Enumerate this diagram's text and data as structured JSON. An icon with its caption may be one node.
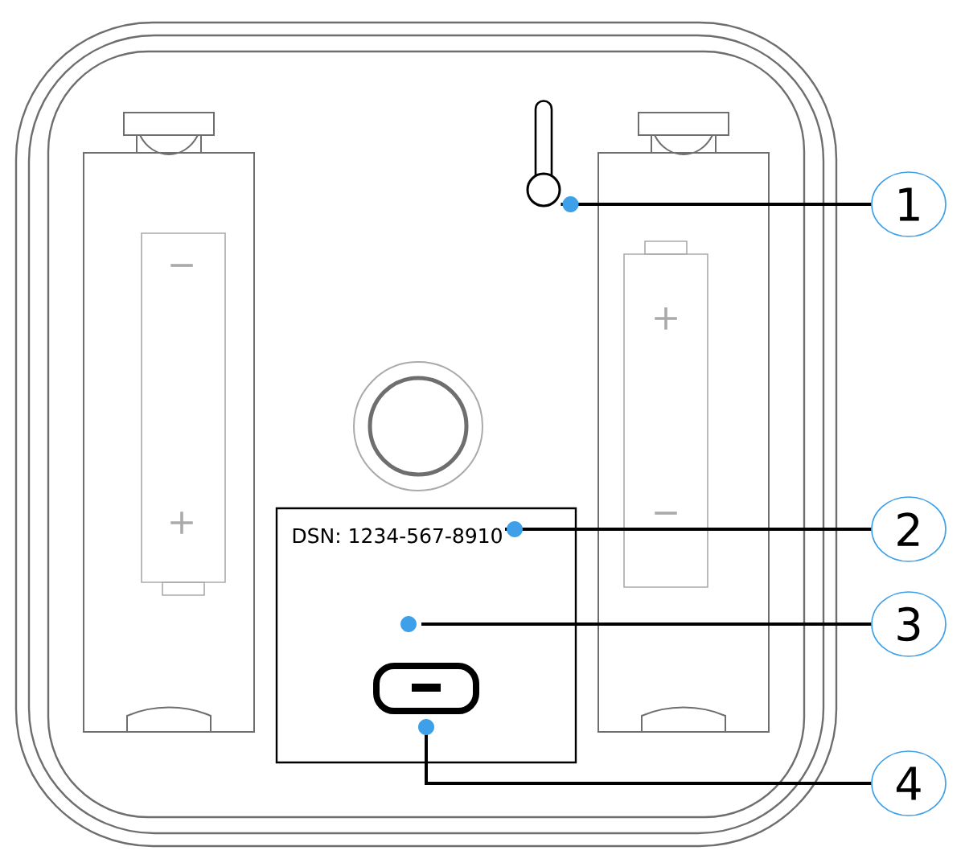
{
  "diagram": {
    "nodes": [
      {
        "text": [
          "1"
        ]
      },
      {
        "text": [
          "2"
        ]
      },
      {
        "text": [
          "3"
        ]
      },
      {
        "text": [
          "4"
        ]
      },
      {
        "text": [],
        "shape": "keyhole"
      },
      {
        "text": [
          "DSN: 1234-567-8910"
        ]
      },
      {
        "text": [],
        "shape": "port"
      }
    ],
    "edges": [
      {
        "from": 0,
        "to": 4,
        "arrow": "other"
      },
      {
        "from": 1,
        "to": 5,
        "arrow": "other"
      },
      {
        "from": 2,
        "to": null,
        "arrow": "other"
      },
      {
        "from": 3,
        "to": 6,
        "arrow": "other"
      }
    ],
    "labels": [
      "−",
      "+",
      "+",
      "−"
    ]
  }
}
